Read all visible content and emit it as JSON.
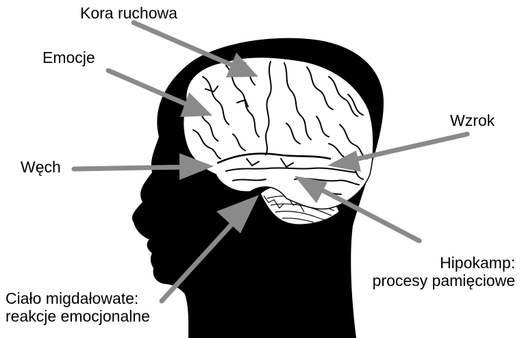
{
  "colors": {
    "background": "#ffffff",
    "head_silhouette": "#000000",
    "brain": "#ffffff",
    "brain_folds": "#000000",
    "arrow": "#8a8a8a",
    "text": "#000000"
  },
  "labels": {
    "motor_cortex": "Kora ruchowa",
    "emotions": "Emocje",
    "smell": "Węch",
    "vision": "Wzrok",
    "hippocampus_line1": "Hipokamp:",
    "hippocampus_line2": "procesy pamięciowe",
    "amygdala_line1": "Ciało migdałowate:",
    "amygdala_line2": "reakcje emocjonalne"
  }
}
